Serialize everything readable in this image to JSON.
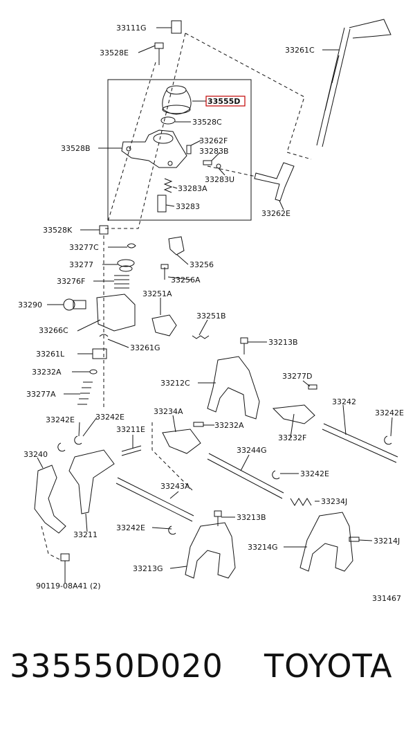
{
  "diagram": {
    "highlight_color": "#c00000",
    "highlighted_label": "33555D",
    "labels": [
      "33111G",
      "33528E",
      "33261C",
      "33555D",
      "33528C",
      "33528B",
      "33262F",
      "33283B",
      "33283U",
      "33283A",
      "33283",
      "33262E",
      "33528K",
      "33277C",
      "33256",
      "33277",
      "33256A",
      "33276F",
      "33251A",
      "33290",
      "33251B",
      "33266C",
      "33213B",
      "33261G",
      "33261L",
      "33232A",
      "33277D",
      "33212C",
      "33277A",
      "33242",
      "33242E",
      "33242E",
      "33234A",
      "33242E",
      "33232A",
      "33232F",
      "33211E",
      "33244G",
      "33240",
      "33242E",
      "33243A",
      "33234J",
      "33213B",
      "33211",
      "33242E",
      "33214J",
      "33214G",
      "33213G",
      "90119-08A41 (2)",
      "331467"
    ]
  },
  "footer": {
    "part_number": "335550D020",
    "brand": "TOYOTA"
  }
}
